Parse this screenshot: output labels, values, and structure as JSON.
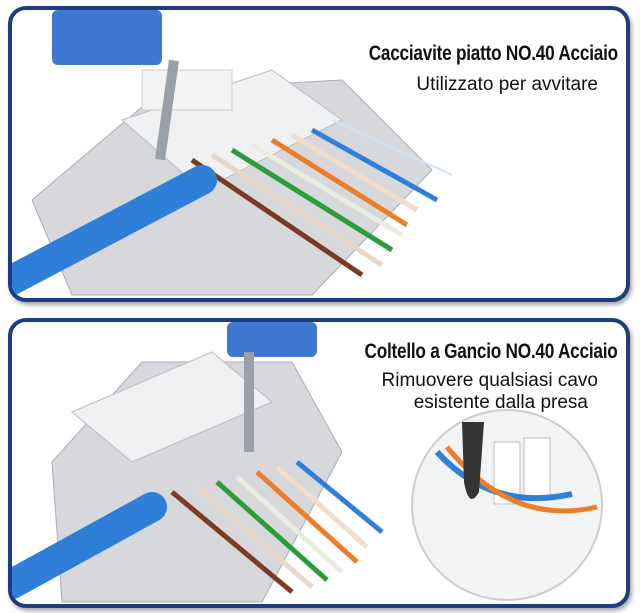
{
  "panels": [
    {
      "title": "Cacciavite piatto NO.40 Acciaio",
      "subtitle": "Utilizzato per avvitare"
    },
    {
      "title": "Coltello a Gancio NO.40 Acciaio",
      "subtitle_line1": "Rimuovere qualsiasi cavo",
      "subtitle_line2": "esistente dalla presa"
    }
  ],
  "colors": {
    "border": "#1c3d80",
    "cable": "#2f7fd8",
    "tool_handle": "#3f78d0"
  }
}
